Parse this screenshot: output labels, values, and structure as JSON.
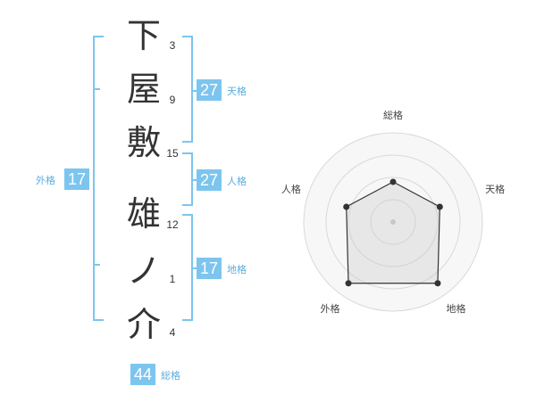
{
  "name": {
    "characters": [
      {
        "char": "下",
        "strokes": "3"
      },
      {
        "char": "屋",
        "strokes": "9"
      },
      {
        "char": "敷",
        "strokes": "15"
      },
      {
        "char": "雄",
        "strokes": "12"
      },
      {
        "char": "ノ",
        "strokes": "1"
      },
      {
        "char": "介",
        "strokes": "4"
      }
    ]
  },
  "fortunes": {
    "tenkaku": {
      "label": "天格",
      "value": "27"
    },
    "jinkaku": {
      "label": "人格",
      "value": "27"
    },
    "chikaku": {
      "label": "地格",
      "value": "17"
    },
    "gaikaku": {
      "label": "外格",
      "value": "17"
    },
    "soukaku": {
      "label": "総格",
      "value": "44"
    }
  },
  "chart_data": {
    "type": "radar",
    "axes": [
      "総格",
      "天格",
      "地格",
      "外格",
      "人格"
    ],
    "values": [
      0.45,
      0.55,
      0.85,
      0.85,
      0.55
    ],
    "rings": 4
  },
  "colors": {
    "accent": "#7cc5ef",
    "text": "#333333"
  }
}
